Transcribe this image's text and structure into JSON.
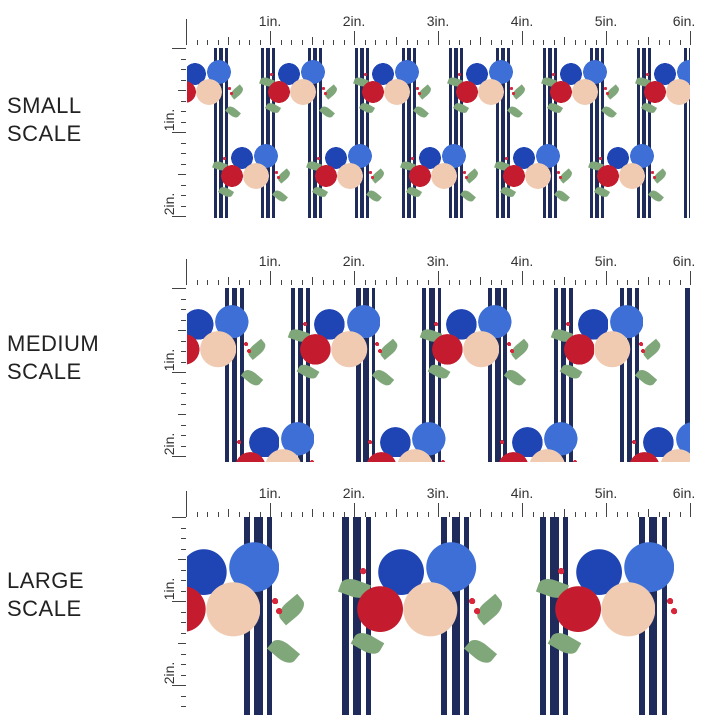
{
  "panels": [
    {
      "id": "small",
      "label_line1": "SMALL",
      "label_line2": "SCALE",
      "scale": 1.0
    },
    {
      "id": "medium",
      "label_line1": "MEDIUM",
      "label_line2": "SCALE",
      "scale": 1.4
    },
    {
      "id": "large",
      "label_line1": "LARGE",
      "label_line2": "SCALE",
      "scale": 2.1
    }
  ],
  "ruler": {
    "horizontal_labels": [
      "1in.",
      "2in.",
      "3in.",
      "4in.",
      "5in.",
      "6in."
    ],
    "vertical_labels": [
      "1in.",
      "2in."
    ]
  },
  "colors": {
    "stripe": "#1f2b5a",
    "blue_rose": "#1f45b5",
    "light_blue_rose": "#3d6fd6",
    "red_rose": "#c41c2e",
    "peach_rose": "#f0cbb2",
    "leaf": "#7fa77a",
    "berry": "#d8263a",
    "background": "#ffffff"
  }
}
